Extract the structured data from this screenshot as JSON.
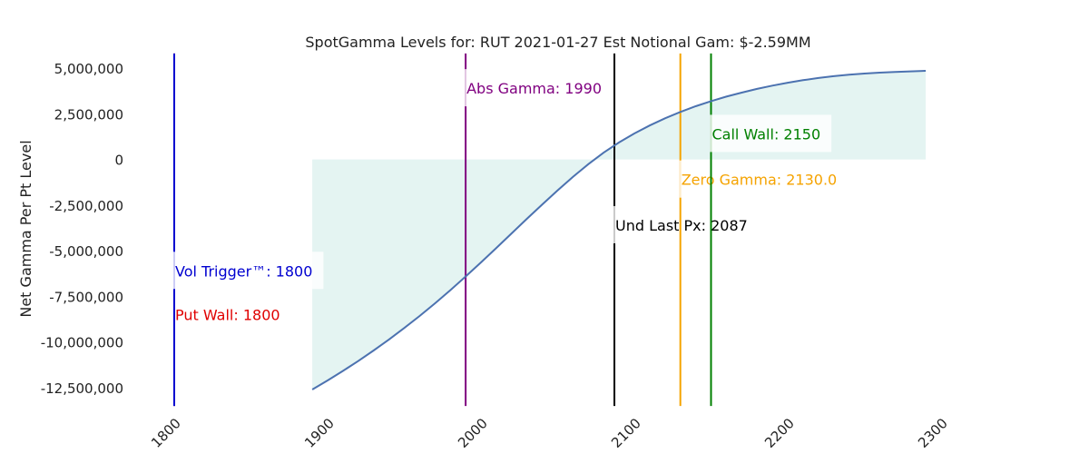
{
  "chart_data": {
    "type": "area",
    "title": "SpotGamma Levels for: RUT  2021-01-27 Est Notional Gam: $-2.59MM",
    "xlabel": "",
    "ylabel": "Net Gamma Per Pt Level",
    "xlim": [
      1800,
      2300
    ],
    "ylim": [
      -13500000,
      5800000
    ],
    "x_ticks": [
      1800,
      1900,
      2000,
      2100,
      2200,
      2300
    ],
    "y_ticks": [
      5000000,
      2500000,
      0,
      -2500000,
      -5000000,
      -7500000,
      -10000000,
      -12500000
    ],
    "y_tick_labels": [
      "5,000,000",
      "2,500,000",
      "0",
      "-2,500,000",
      "-5,000,000",
      "-7,500,000",
      "-10,000,000",
      "-12,500,000"
    ],
    "grid": false,
    "series": [
      {
        "color": "#4c72b0",
        "fill": "#e4f4f2",
        "x": [
          1890,
          1900,
          1910,
          1920,
          1930,
          1940,
          1950,
          1960,
          1970,
          1980,
          1990,
          2000,
          2010,
          2020,
          2030,
          2040,
          2050,
          2060,
          2070,
          2080,
          2090,
          2100,
          2110,
          2120,
          2130,
          2140,
          2150,
          2160,
          2170,
          2180,
          2190,
          2200,
          2210,
          2220,
          2230,
          2240,
          2250,
          2260,
          2270,
          2280,
          2290
        ],
        "values": [
          -12600000,
          -12100000,
          -11580000,
          -11040000,
          -10460000,
          -9860000,
          -9230000,
          -8570000,
          -7880000,
          -7160000,
          -6410000,
          -5640000,
          -4850000,
          -4050000,
          -3250000,
          -2460000,
          -1690000,
          -950000,
          -260000,
          370000,
          930000,
          1420000,
          1860000,
          2250000,
          2600000,
          2910000,
          3190000,
          3440000,
          3660000,
          3860000,
          4040000,
          4200000,
          4340000,
          4460000,
          4560000,
          4640000,
          4700000,
          4750000,
          4790000,
          4820000,
          4850000
        ]
      }
    ],
    "levels": [
      {
        "name": "put-wall",
        "label": "Put Wall: 1800",
        "x": 1800,
        "color": "#e00000",
        "label_y": -8500000
      },
      {
        "name": "vol-trigger",
        "label": "Vol Trigger™: 1800",
        "x": 1800,
        "color": "#0000d0",
        "label_y": -6100000
      },
      {
        "name": "abs-gamma",
        "label": "Abs Gamma: 1990",
        "x": 1990,
        "color": "#800080",
        "label_y": 3900000
      },
      {
        "name": "und-last-px",
        "label": "Und Last Px: 2087",
        "x": 2087,
        "color": "#000000",
        "label_y": -3600000
      },
      {
        "name": "zero-gamma",
        "label": "Zero Gamma: 2130.0",
        "x": 2130,
        "color": "#f5a300",
        "label_y": -1100000
      },
      {
        "name": "call-wall",
        "label": "Call Wall: 2150",
        "x": 2150,
        "color": "#008000",
        "label_y": 1400000
      }
    ]
  }
}
